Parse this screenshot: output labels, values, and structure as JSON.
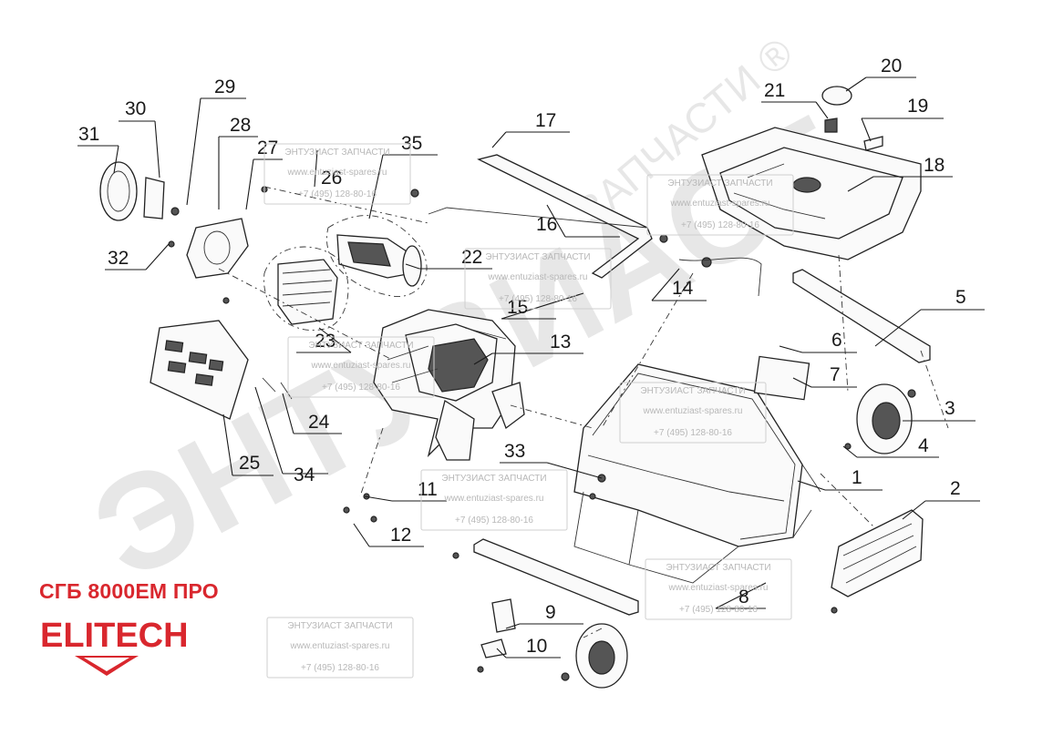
{
  "diagram": {
    "model": "СГБ 8000ЕМ ПРО",
    "brand": "ELITECH",
    "brand_color": "#d9272e",
    "watermark": {
      "title": "ЭНТУЗИАСТ ЗАПЧАСТИ",
      "site": "www.entuziast-spares.ru",
      "phone": "+7 (495) 128-80-16",
      "large": "ЭНТУЗИАСТ",
      "arc": "ЗАПЧАСТИ ®"
    },
    "part_numbers": [
      "1",
      "2",
      "3",
      "4",
      "5",
      "6",
      "7",
      "8",
      "9",
      "10",
      "11",
      "12",
      "13",
      "14",
      "15",
      "16",
      "17",
      "18",
      "19",
      "20",
      "21",
      "22",
      "23",
      "24",
      "25",
      "26",
      "27",
      "28",
      "29",
      "30",
      "31",
      "32",
      "33",
      "34",
      "35"
    ]
  }
}
